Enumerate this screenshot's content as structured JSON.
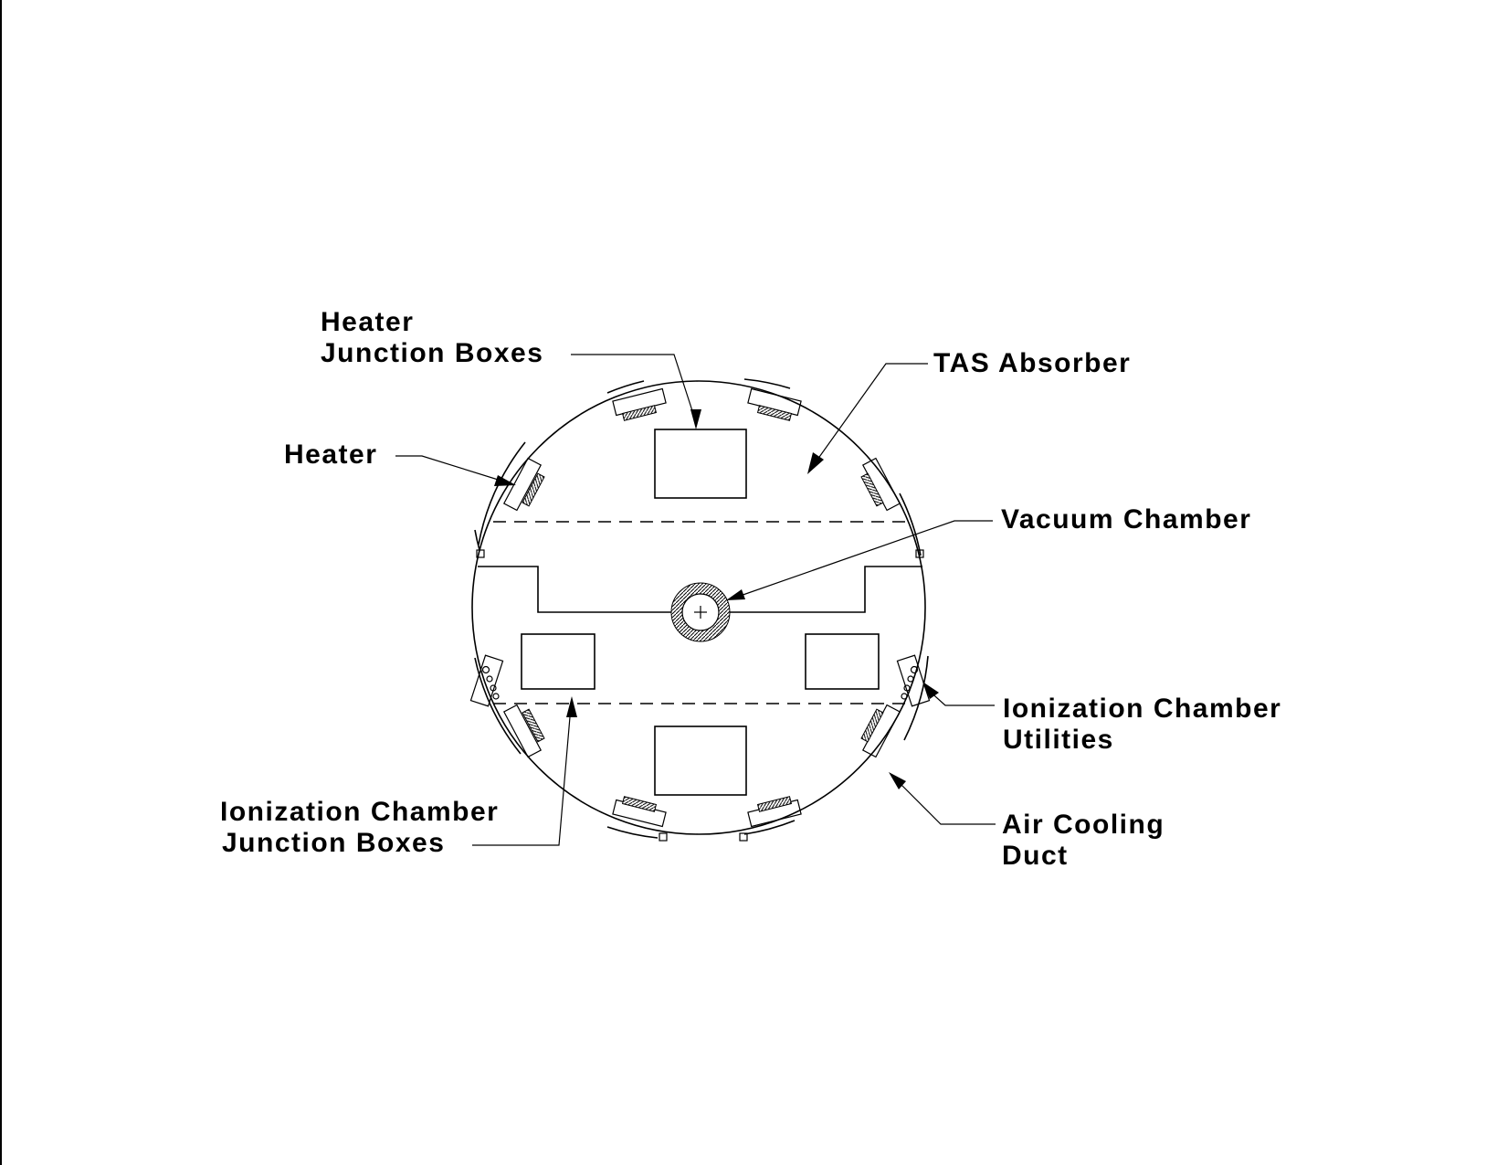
{
  "labels": {
    "heater_junction_boxes": [
      "Heater",
      "Junction Boxes"
    ],
    "tas_absorber": "TAS Absorber",
    "heater": "Heater",
    "vacuum_chamber": "Vacuum Chamber",
    "ionization_chamber_utilities": [
      "Ionization Chamber",
      "Utilities"
    ],
    "ionization_chamber_junction_boxes": [
      "Ionization Chamber",
      "Junction Boxes"
    ],
    "air_cooling_duct": [
      "Air Cooling",
      "Duct"
    ]
  },
  "colors": {
    "line": "#000000",
    "background": "#ffffff"
  }
}
